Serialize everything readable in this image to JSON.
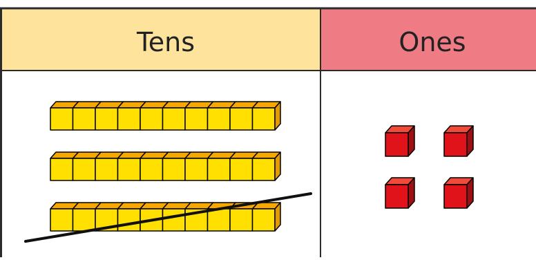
{
  "table": {
    "columns": [
      {
        "header": "Tens",
        "header_color": "#fde39b"
      },
      {
        "header": "Ones",
        "header_color": "#ef7b84"
      }
    ]
  },
  "tens_column": {
    "rod_count": 3,
    "units_per_rod": 10,
    "crossed_out_rods": 1,
    "rod_colors": {
      "front": "#ffe000",
      "top": "#f7a800",
      "side": "#e59a00",
      "outline": "#000000"
    }
  },
  "ones_column": {
    "cube_count": 4,
    "cube_colors": {
      "front": "#e0121a",
      "top": "#f04a3a",
      "side": "#9d0f12",
      "outline": "#000000"
    }
  },
  "colors": {
    "grid": "#2b2b2b",
    "strike": "#111111"
  }
}
